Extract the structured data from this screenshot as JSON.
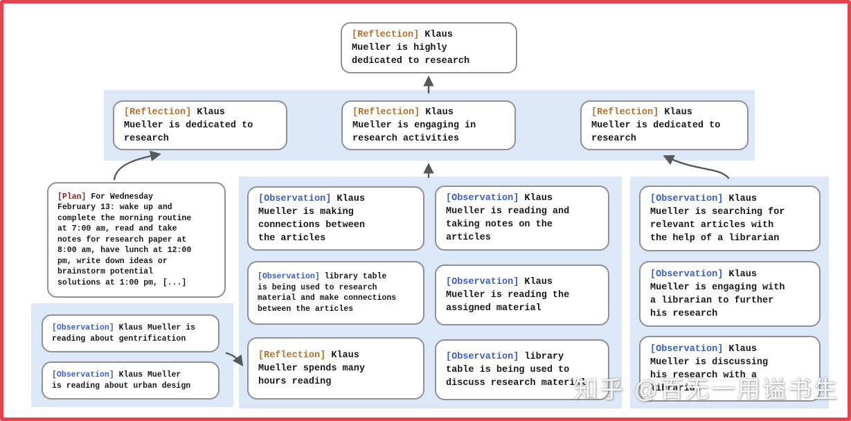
{
  "colors": {
    "frame_border": "#e4434e",
    "panel_blue": "#dce8f7",
    "box_border": "#8d9095",
    "reflection_tag": "#b5702e",
    "observation_tag": "#3a5ec4",
    "plan_tag": "#8f1d1d",
    "arrow": "#55595e"
  },
  "watermark": {
    "text": "知乎 @百无一用谥书生"
  },
  "icons": [
    {
      "name": "arrow-up-root",
      "meaning": "points from reflection row to root reflection"
    },
    {
      "name": "arrow-plan-to-reflection",
      "meaning": "points from plan node to left reflection"
    },
    {
      "name": "arrow-up-middle",
      "meaning": "points from middle evidence panel to middle reflection"
    },
    {
      "name": "arrow-right-panel-to-reflection",
      "meaning": "points from right evidence panel to right reflection"
    },
    {
      "name": "arrow-observations-to-reflection",
      "meaning": "points from bottom-left observations to reflection node"
    }
  ],
  "nodes": {
    "root": {
      "tag": "[Reflection]",
      "text": " Klaus\nMueller is highly\ndedicated to research"
    },
    "r2a": {
      "tag": "[Reflection]",
      "text": " Klaus\nMueller is dedicated to\nresearch"
    },
    "r2b": {
      "tag": "[Reflection]",
      "text": " Klaus\nMueller is engaging in\nresearch activities"
    },
    "r2c": {
      "tag": "[Reflection]",
      "text": " Klaus\nMueller is dedicated to\nresearch"
    },
    "plan": {
      "tag": "[Plan]",
      "text": " For Wednesday\nFebruary 13: wake up and\ncomplete the morning routine\nat 7:00 am, read and take\nnotes for research paper at\n8:00 am, have lunch at 12:00\npm, write down ideas or\nbrainstorm potential\nsolutions at 1:00 pm, [...]"
    },
    "bl1": {
      "tag": "[Observation]",
      "text": " Klaus Mueller is\nreading about gentrification"
    },
    "bl2": {
      "tag": "[Observation]",
      "text": " Klaus Mueller\nis reading about urban design"
    },
    "a1": {
      "tag": "[Observation]",
      "text": " Klaus\nMueller is making\nconnections between\nthe articles"
    },
    "a2": {
      "tag": "[Observation]",
      "text": " library table\nis being used to research\nmaterial and make connections\nbetween the articles"
    },
    "a3": {
      "tag": "[Reflection]",
      "text": " Klaus\nMueller spends many\nhours reading"
    },
    "b1": {
      "tag": "[Observation]",
      "text": " Klaus\nMueller is reading and\ntaking notes on the\narticles"
    },
    "b2": {
      "tag": "[Observation]",
      "text": " Klaus\nMueller is reading the\nassigned material"
    },
    "b3": {
      "tag": "[Observation]",
      "text": " library\ntable is being used to\ndiscuss research material"
    },
    "c1": {
      "tag": "[Observation]",
      "text": " Klaus\nMueller is searching for\nrelevant articles with\nthe help of a librarian"
    },
    "c2": {
      "tag": "[Observation]",
      "text": " Klaus\nMueller is engaging with\na librarian to further\nhis research"
    },
    "c3": {
      "tag": "[Observation]",
      "text": " Klaus\nMueller is discussing\nhis research with a\nlibrarian"
    }
  }
}
